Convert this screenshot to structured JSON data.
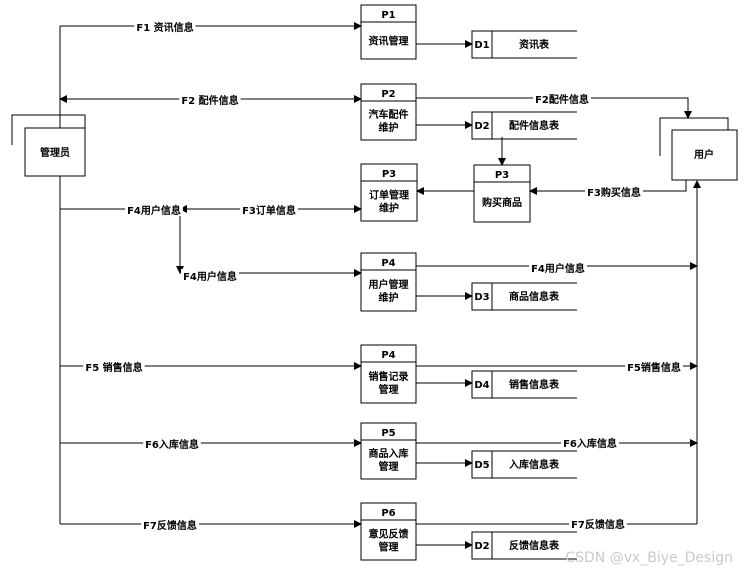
{
  "entities": {
    "admin": "管理员",
    "user": "用户"
  },
  "processes": [
    {
      "id": "P1",
      "lines": [
        "资讯管理"
      ]
    },
    {
      "id": "P2",
      "lines": [
        "汽车配件",
        "维护"
      ]
    },
    {
      "id": "P3",
      "lines": [
        "购买商品"
      ]
    },
    {
      "id": "P3",
      "lines": [
        "订单管理",
        "维护"
      ]
    },
    {
      "id": "P4",
      "lines": [
        "用户管理",
        "维护"
      ]
    },
    {
      "id": "P4",
      "lines": [
        "销售记录",
        "管理"
      ]
    },
    {
      "id": "P5",
      "lines": [
        "商品入库",
        "管理"
      ]
    },
    {
      "id": "P6",
      "lines": [
        "意见反馈",
        "管理"
      ]
    }
  ],
  "stores": [
    {
      "id": "D1",
      "name": "资讯表"
    },
    {
      "id": "D2",
      "name": "配件信息表"
    },
    {
      "id": "D3",
      "name": "商品信息表"
    },
    {
      "id": "D4",
      "name": "销售信息表"
    },
    {
      "id": "D5",
      "name": "入库信息表"
    },
    {
      "id": "D2",
      "name": "反馈信息表"
    }
  ],
  "flows": [
    "F1 资讯信息",
    "F2 配件信息",
    "F2配件信息",
    "F3购买信息",
    "F4用户信息",
    "F3订单信息",
    "F4用户信息",
    "F4用户信息",
    "F5 销售信息",
    "F5销售信息",
    "F6入库信息",
    "F6入库信息",
    "F7反馈信息",
    "F7反馈信息"
  ],
  "watermark": "CSDN @vx_Biye_Design"
}
